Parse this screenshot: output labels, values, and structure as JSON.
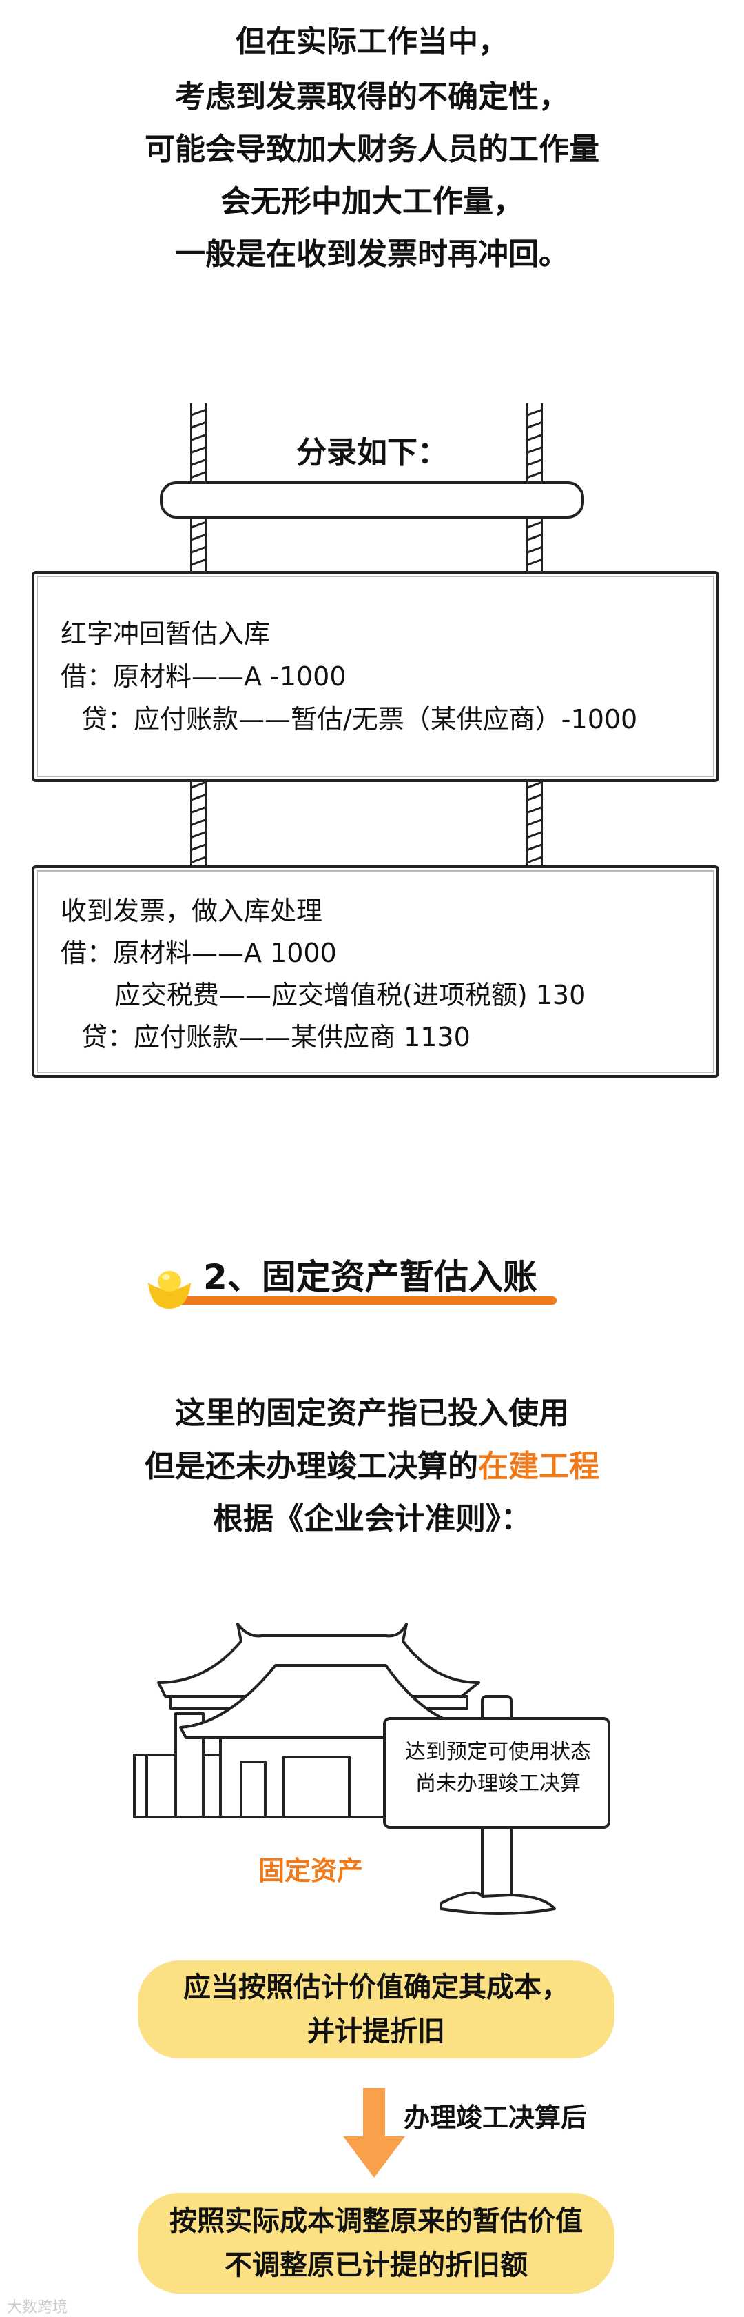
{
  "intro": {
    "lines": [
      "但在实际工作当中，",
      "考虑到发票取得的不确定性，",
      "可能会导致加大财务人员的工作量",
      "会无形中加大工作量，",
      "一般是在收到发票时再冲回。"
    ]
  },
  "entries_sign": {
    "label": "分录如下："
  },
  "board1": {
    "lines": [
      "红字冲回暂估入库",
      "借：原材料——A   -1000",
      "贷：应付账款——暂估/无票（某供应商）-1000"
    ]
  },
  "board2": {
    "lines": [
      "收到发票，做入库处理",
      "借：原材料——A 1000",
      "应交税费——应交增值税(进项税额)  130",
      "贷：应付账款——某供应商 1130"
    ]
  },
  "section2": {
    "title": "2、固定资产暂估入账",
    "accent_color": "#f07a1a",
    "icon": "gold-ingot-icon",
    "para": {
      "line1": "这里的固定资产指已投入使用",
      "line2_prefix": "但是还未办理竣工决算的",
      "line2_highlight": "在建工程",
      "line3": "根据《企业会计准则》："
    }
  },
  "illustration": {
    "sign_line1": "达到预定可使用状态",
    "sign_line2": "尚未办理竣工决算",
    "caption": "固定资产",
    "caption_color": "#f07a1a"
  },
  "flow": {
    "box1_line1": "应当按照估计价值确定其成本，",
    "box1_line2": "并计提折旧",
    "arrow_label": "办理竣工决算后",
    "box2_line1": "按照实际成本调整原来的暂估价值",
    "box2_line2": "不调整原已计提的折旧额",
    "box_color": "#fbe184",
    "arrow_color": "#f9a04a"
  },
  "watermark": "大数跨境"
}
